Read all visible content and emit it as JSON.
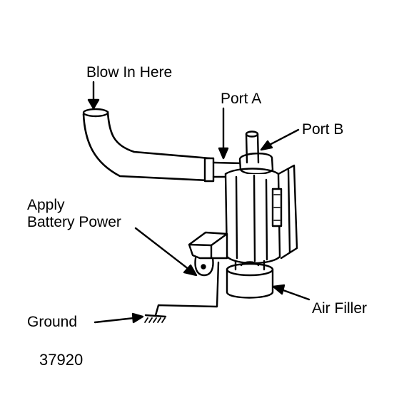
{
  "labels": {
    "blow_in": "Blow In Here",
    "port_a": "Port A",
    "port_b": "Port B",
    "apply_line1": "Apply",
    "apply_line2": "Battery Power",
    "air_filler": "Air Filler",
    "ground": "Ground",
    "figure_number": "37920"
  }
}
